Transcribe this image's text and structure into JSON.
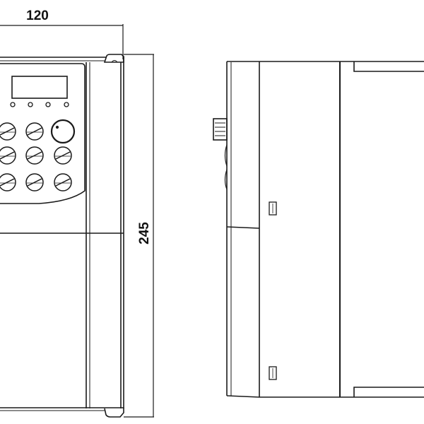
{
  "drawing": {
    "width_dimension": "120",
    "height_dimension": "245",
    "line_color": "#1a1a1a",
    "views": [
      "front-view",
      "side-view"
    ]
  }
}
